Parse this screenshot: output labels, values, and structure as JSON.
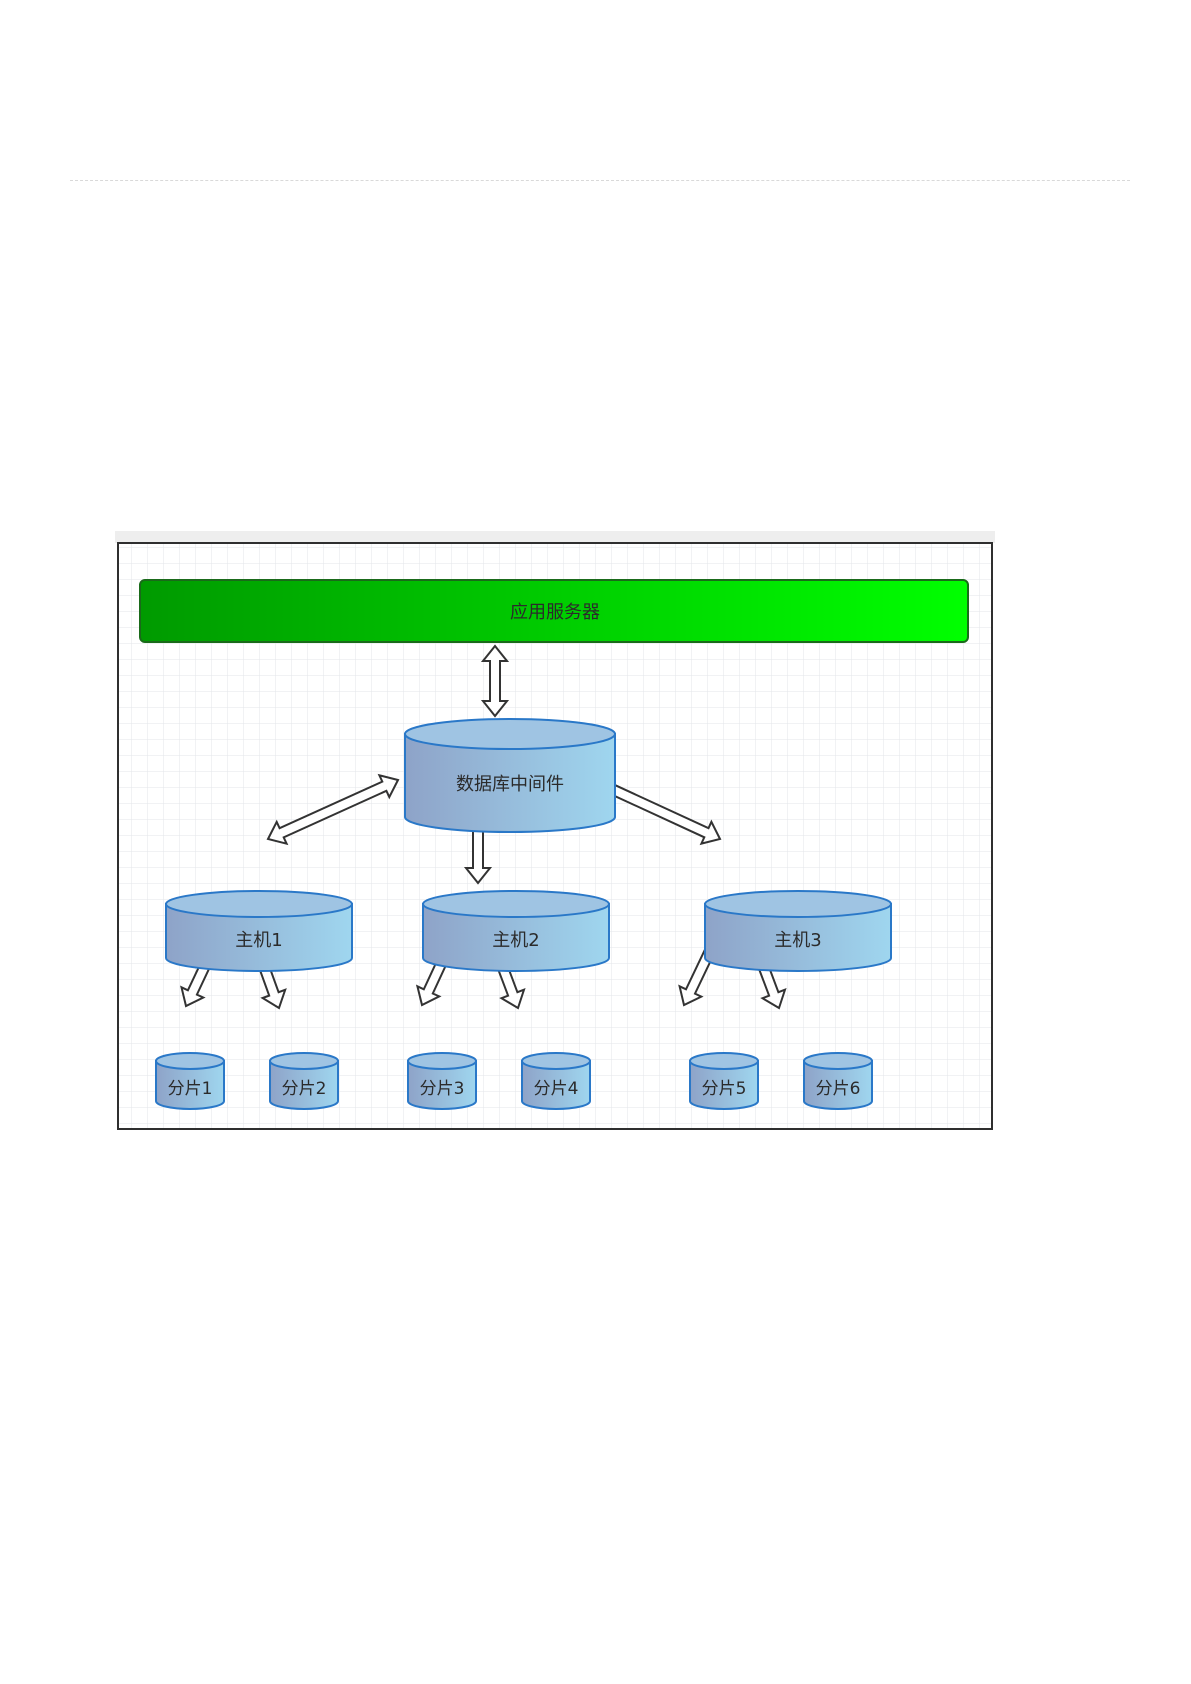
{
  "diagram": {
    "app_server": "应用服务器",
    "middleware": "数据库中间件",
    "hosts": [
      "主机1",
      "主机2",
      "主机3"
    ],
    "shards": [
      "分片1",
      "分片2",
      "分片3",
      "分片4",
      "分片5",
      "分片6"
    ]
  },
  "colors": {
    "app_server_dark": "#009a00",
    "app_server_light": "#00ff00",
    "cylinder_dark": "#8ea3c8",
    "cylinder_light": "#9fd6ef",
    "cylinder_stroke": "#2a78c8"
  }
}
